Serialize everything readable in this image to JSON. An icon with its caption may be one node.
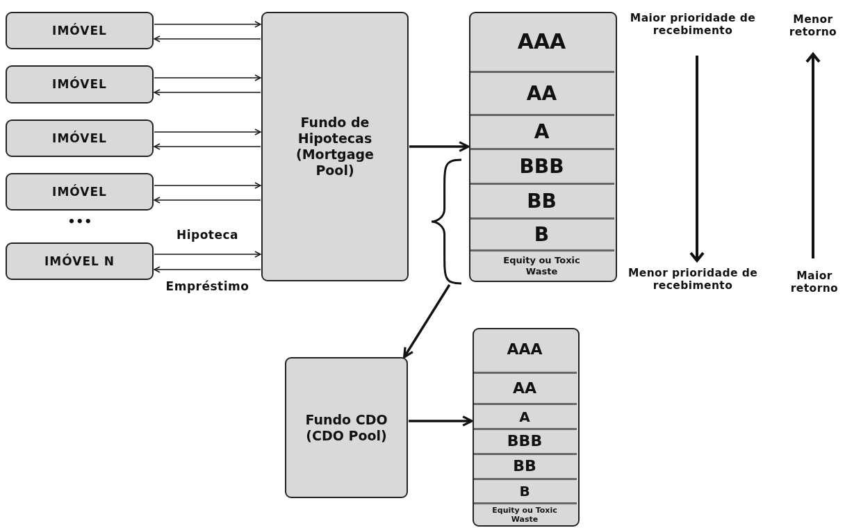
{
  "diagram": {
    "nodes": [
      {
        "text": [
          "IMÓVEL"
        ]
      },
      {
        "text": [
          "IMÓVEL"
        ]
      },
      {
        "text": [
          "IMÓVEL"
        ]
      },
      {
        "text": [
          "IMÓVEL"
        ]
      },
      {
        "text": [
          "IMÓVEL N"
        ]
      },
      {
        "text": [
          "Fundo de Hipotecas (Mortgage Pool)"
        ]
      },
      {
        "text": [],
        "shape": "box"
      },
      {
        "text": [
          "AAA"
        ],
        "in": 6
      },
      {
        "text": [
          "AA"
        ],
        "in": 6
      },
      {
        "text": [
          "A"
        ],
        "in": 6
      },
      {
        "text": [
          "BBB"
        ],
        "in": 6
      },
      {
        "text": [
          "BB"
        ],
        "in": 6
      },
      {
        "text": [
          "B"
        ],
        "in": 6
      },
      {
        "text": [
          "Equity ou Toxic Waste"
        ],
        "in": 6
      },
      {
        "text": [],
        "shape": "brace"
      },
      {
        "text": [
          "Fundo CDO (CDO Pool)"
        ]
      },
      {
        "text": [],
        "shape": "box"
      },
      {
        "text": [
          "AAA"
        ],
        "in": 16
      },
      {
        "text": [
          "AA"
        ],
        "in": 16
      },
      {
        "text": [
          "A"
        ],
        "in": 16
      },
      {
        "text": [
          "BBB"
        ],
        "in": 16
      },
      {
        "text": [
          "BB"
        ],
        "in": 16
      },
      {
        "text": [
          "B"
        ],
        "in": 16
      },
      {
        "text": [
          "Equity ou Toxic Waste"
        ],
        "in": 16
      }
    ],
    "edges": [
      {
        "from": 0,
        "to": 5,
        "arrow": "to"
      },
      {
        "from": 5,
        "to": 0,
        "arrow": "to"
      },
      {
        "from": 1,
        "to": 5,
        "arrow": "to"
      },
      {
        "from": 5,
        "to": 1,
        "arrow": "to"
      },
      {
        "from": 2,
        "to": 5,
        "arrow": "to"
      },
      {
        "from": 5,
        "to": 2,
        "arrow": "to"
      },
      {
        "from": 3,
        "to": 5,
        "arrow": "to"
      },
      {
        "from": 5,
        "to": 3,
        "arrow": "to"
      },
      {
        "from": 4,
        "to": 5,
        "arrow": "to",
        "label": "Hipoteca"
      },
      {
        "from": 5,
        "to": 4,
        "arrow": "to",
        "label": "Empréstimo"
      },
      {
        "from": 5,
        "to": 6,
        "arrow": "to",
        "style": "thick"
      },
      {
        "from": 14,
        "to": 15,
        "arrow": "to",
        "style": "thick"
      },
      {
        "from": 15,
        "to": 16,
        "arrow": "to",
        "style": "thick"
      }
    ],
    "labels": [
      "Maior prioridade de recebimento",
      "Menor retorno",
      "•••",
      "Menor prioridade de recebimento",
      "Maior retorno"
    ]
  }
}
